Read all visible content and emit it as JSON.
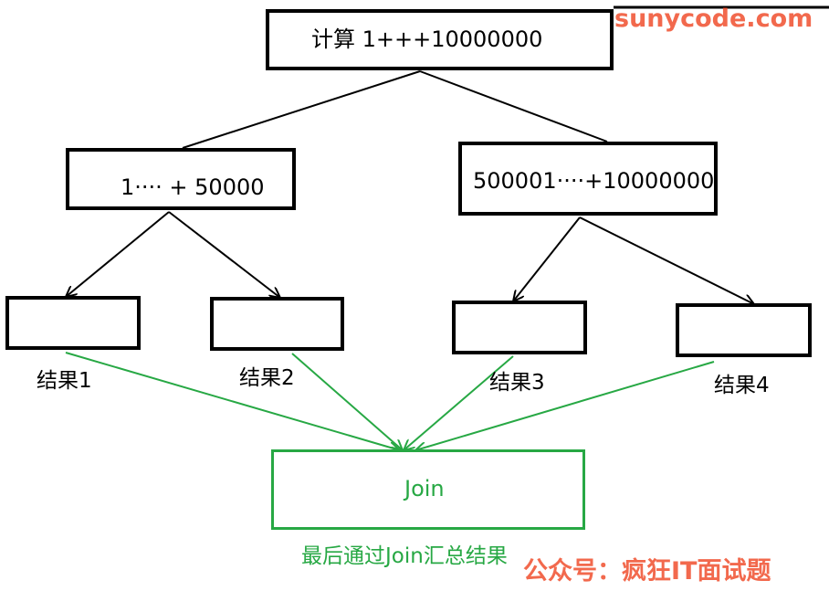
{
  "colors": {
    "stroke": "#000000",
    "join_green": "#27a844",
    "watermark_red": "#f0502e"
  },
  "nodes": {
    "root": {
      "text": "计算 1+++10000000"
    },
    "left_mid": {
      "text": "1····  + 50000"
    },
    "right_mid": {
      "text": "500001····+10000000"
    },
    "join": {
      "text": "Join"
    }
  },
  "labels": {
    "result_1": "结果1",
    "result_2": "结果2",
    "result_3": "结果3",
    "result_4": "结果4",
    "summary": "最后通过Join汇总结果"
  },
  "watermarks": {
    "site": "sunycode.com",
    "account": "公众号：疯狂IT面试题"
  }
}
